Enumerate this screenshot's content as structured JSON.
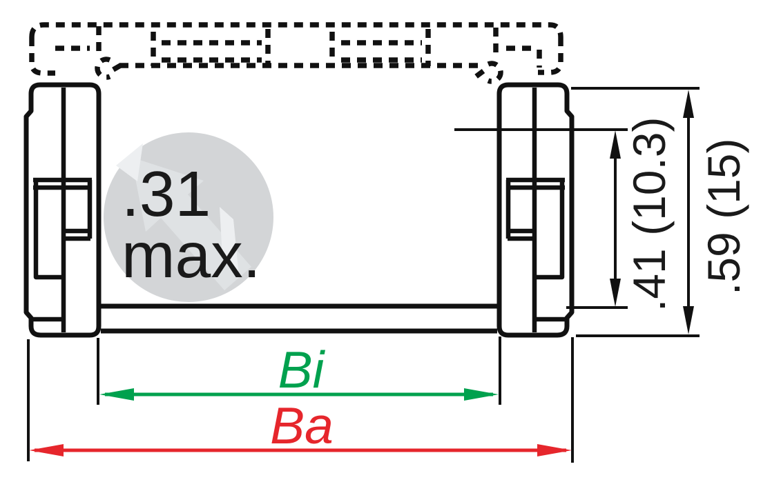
{
  "drawing": {
    "watermark": {
      "value": ".31",
      "suffix": "max."
    },
    "dimensions": {
      "inner_height": ".41 (10.3)",
      "outer_height": ".59 (15)",
      "inner_width": "Bi",
      "outer_width": "Ba"
    },
    "colors": {
      "inner_width": "#00A14E",
      "outer_width": "#E6262C",
      "line": "#111111",
      "watermark_circle": "#d3d5d7",
      "watermark_arrow": "#dfe2e4",
      "watermark_highlight": "#edeff1"
    }
  }
}
